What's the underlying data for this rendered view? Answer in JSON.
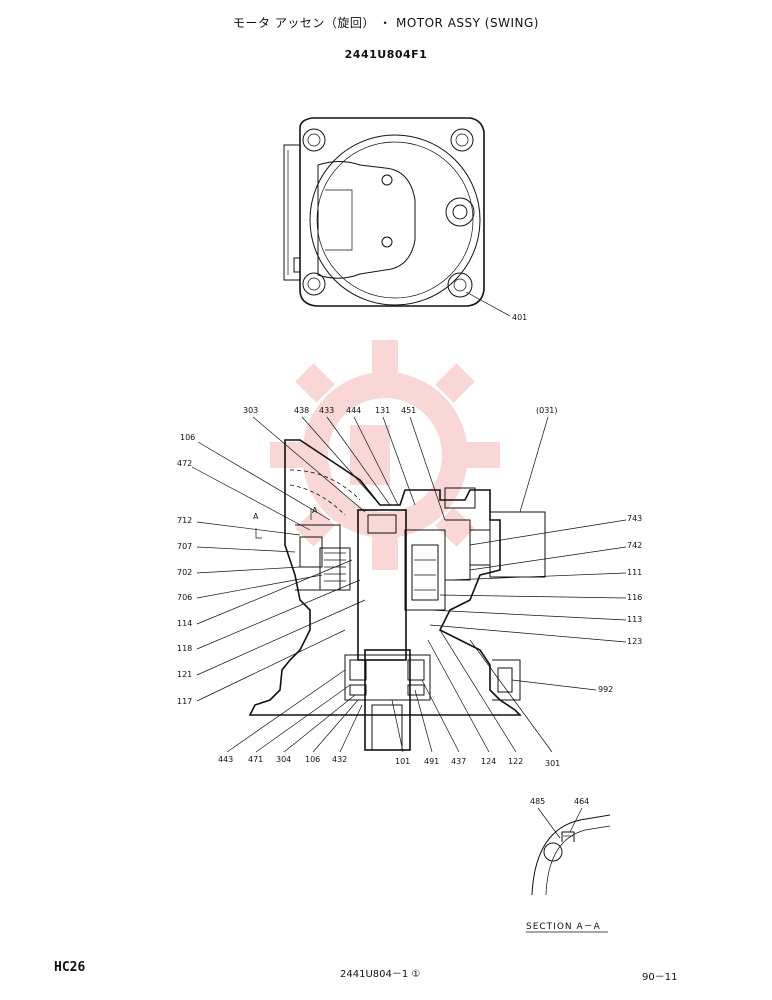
{
  "header": {
    "title": "モータ アッセン（旋回） ・ MOTOR ASSY (SWING)",
    "drawing_code": "2441U804F1"
  },
  "labels_top_view": {
    "p401": "401"
  },
  "labels_section": {
    "p303": "303",
    "p438": "438",
    "p433": "433",
    "p444": "444",
    "p131": "131",
    "p451": "451",
    "p031": "(031)",
    "p106a": "106",
    "p472": "472",
    "p712": "712",
    "p707": "707",
    "p702": "702",
    "p706": "706",
    "p114": "114",
    "p118": "118",
    "p121": "121",
    "p117": "117",
    "p743": "743",
    "p742": "742",
    "p111": "111",
    "p116": "116",
    "p113": "113",
    "p123": "123",
    "p992": "992",
    "p443": "443",
    "p471": "471",
    "p304": "304",
    "p106b": "106",
    "p432": "432",
    "p101": "101",
    "p491": "491",
    "p437": "437",
    "p124": "124",
    "p122": "122",
    "p301": "301",
    "cutA1": "A",
    "cutA2": "A"
  },
  "labels_detail": {
    "p485": "485",
    "p464": "464",
    "section_title": "SECTION A－A"
  },
  "footer": {
    "model": "HC26",
    "drawing_ref": "2441U804－1 ①",
    "page": "90－11"
  },
  "colors": {
    "line": "#111111",
    "watermark": "#e23b3b"
  }
}
